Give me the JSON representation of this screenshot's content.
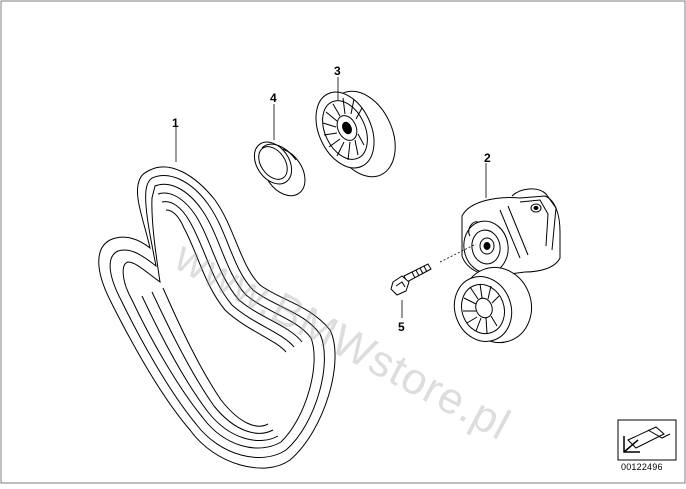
{
  "callouts": {
    "belt": "1",
    "tensioner": "2",
    "idler_pulley": "3",
    "cover_cap": "4",
    "bolt": "5"
  },
  "diagram_id": "00122496",
  "watermark": "www.BMWstore.pl",
  "colors": {
    "line": "#000000",
    "frame": "#808080",
    "watermark": "#969696"
  }
}
